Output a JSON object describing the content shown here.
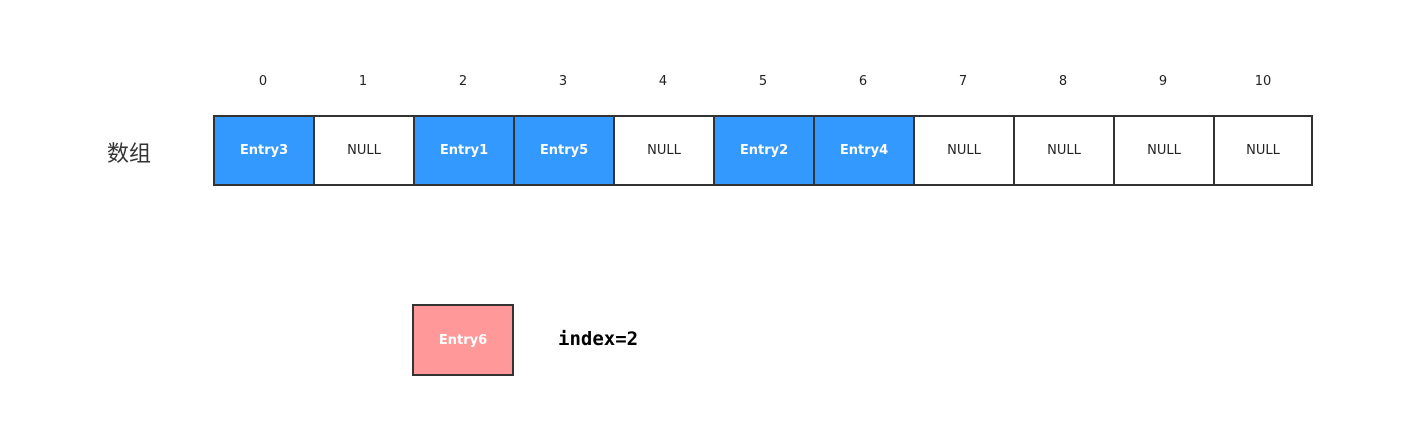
{
  "array_label": "数组",
  "colors": {
    "filled_bg": "#3399ff",
    "filled_text": "#ffffff",
    "empty_bg": "#ffffff",
    "empty_text": "#222222",
    "new_entry_bg": "#ff9999",
    "new_entry_text": "#ffffff",
    "border": "#333333"
  },
  "cells": [
    {
      "index": "0",
      "label": "Entry3",
      "filled": true
    },
    {
      "index": "1",
      "label": "NULL",
      "filled": false
    },
    {
      "index": "2",
      "label": "Entry1",
      "filled": true
    },
    {
      "index": "3",
      "label": "Entry5",
      "filled": true
    },
    {
      "index": "4",
      "label": "NULL",
      "filled": false
    },
    {
      "index": "5",
      "label": "Entry2",
      "filled": true
    },
    {
      "index": "6",
      "label": "Entry4",
      "filled": true
    },
    {
      "index": "7",
      "label": "NULL",
      "filled": false
    },
    {
      "index": "8",
      "label": "NULL",
      "filled": false
    },
    {
      "index": "9",
      "label": "NULL",
      "filled": false
    },
    {
      "index": "10",
      "label": "NULL",
      "filled": false
    }
  ],
  "new_entry": {
    "label": "Entry6"
  },
  "index_note": "index=2"
}
